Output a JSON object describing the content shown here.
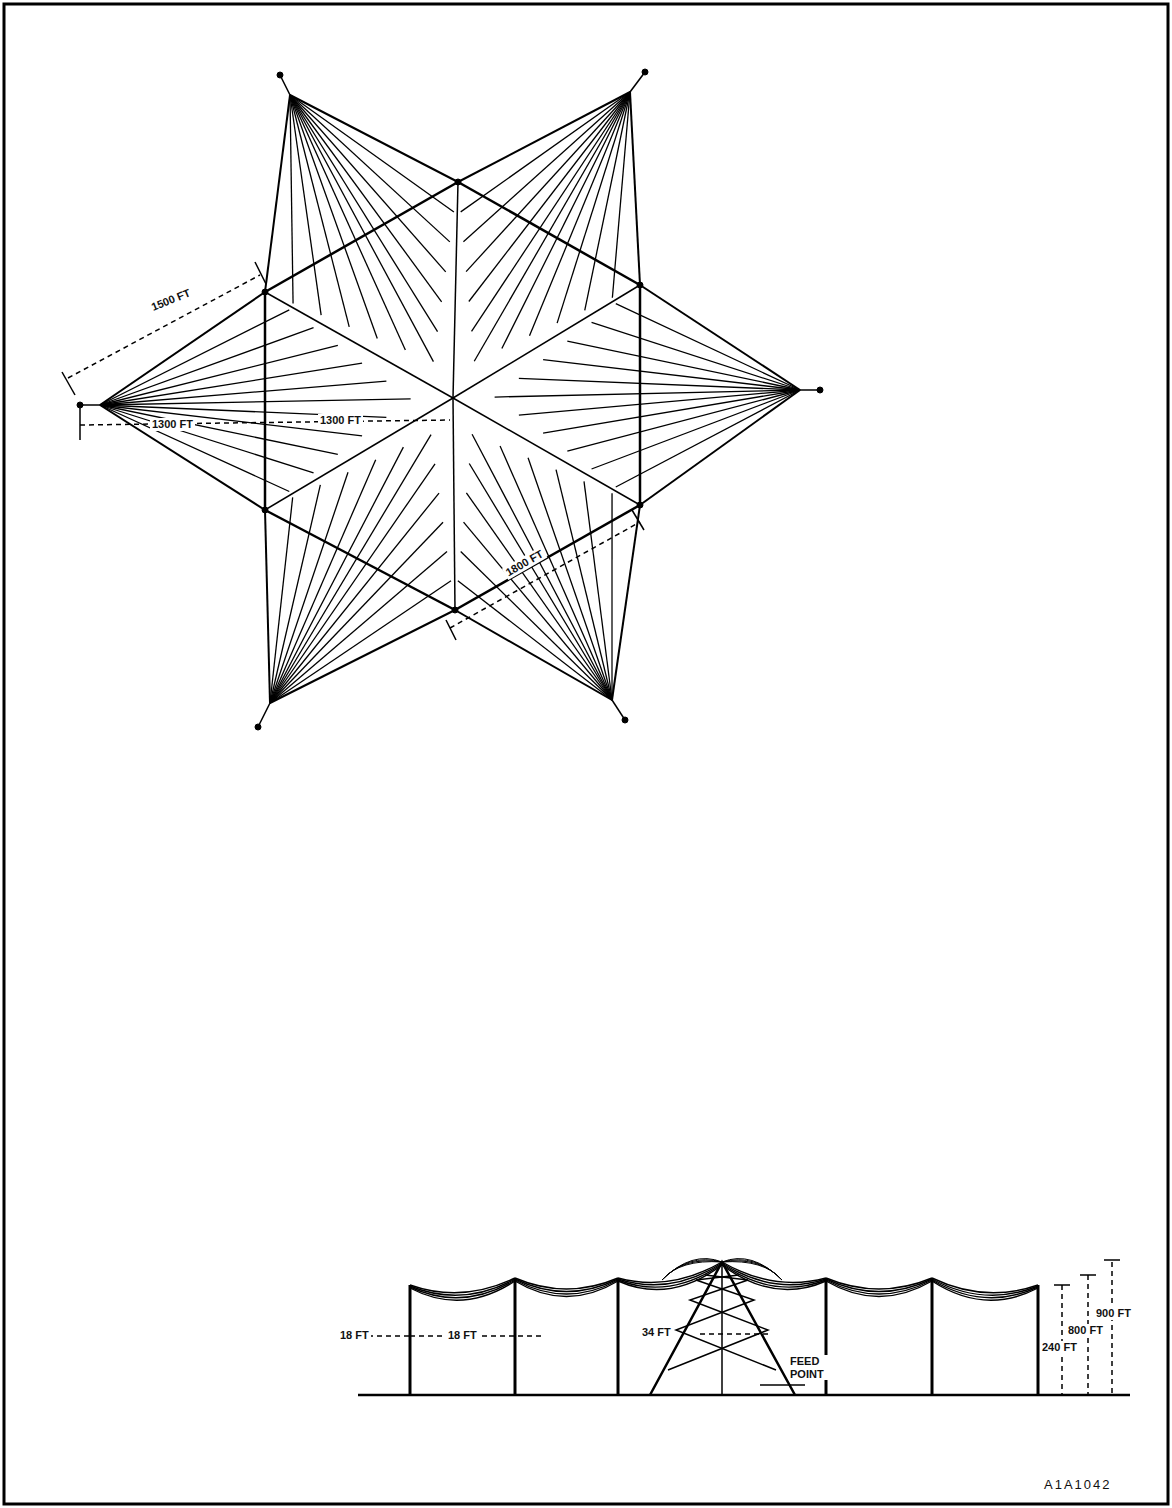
{
  "diagram": {
    "labels": [
      "1500 FT",
      "1300 FT",
      "1300 FT",
      "1800 FT",
      "18 FT",
      "18 FT",
      "34 FT",
      "FEED POINT",
      "900 FT",
      "800 FT",
      "240 FT",
      "A1A1042"
    ]
  }
}
